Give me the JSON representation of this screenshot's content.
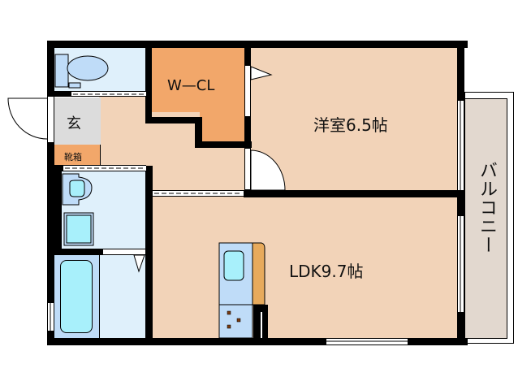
{
  "floorplan": {
    "colors": {
      "wall": "#000000",
      "room_floor": "#f2d3b8",
      "closet": "#f2a76a",
      "wet_area": "#dff0fb",
      "fixture": "#bfdcf8",
      "fixture_inner": "#a8f0fb",
      "genkan": "#dcdcdc",
      "shoe_box": "#f2a76a",
      "balcony": "#e2d8cf",
      "counter": "#e7aa5c"
    },
    "rooms": {
      "western_room": "洋室6.5帖",
      "ldk": "LDK9.7帖",
      "walk_in_closet": "W—CL",
      "entrance": "玄",
      "shoe_box": "靴箱",
      "balcony": "バルコニー"
    },
    "fixtures": [
      "toilet",
      "washbasin",
      "washing-machine-pan",
      "bathtub",
      "kitchen-sink",
      "stove"
    ]
  }
}
